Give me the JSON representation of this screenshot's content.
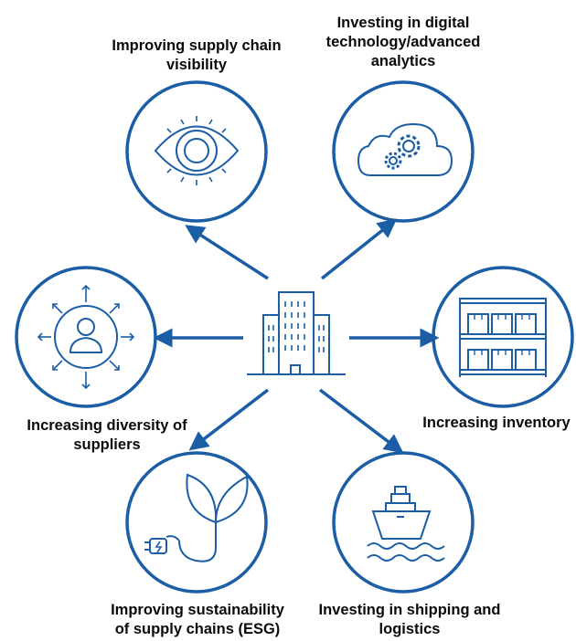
{
  "center": {
    "icon": "office-building-icon"
  },
  "initiatives": [
    {
      "key": "visibility",
      "icon": "eye-icon",
      "lines": [
        "Improving supply chain",
        "visibility"
      ]
    },
    {
      "key": "digital",
      "icon": "cloud-gears-icon",
      "lines": [
        "Investing in digital",
        "technology/advanced",
        "analytics"
      ]
    },
    {
      "key": "diversity",
      "icon": "person-arrows-icon",
      "lines": [
        "Increasing diversity of",
        "suppliers"
      ]
    },
    {
      "key": "inventory",
      "icon": "shelving-boxes-icon",
      "lines": [
        "Increasing inventory"
      ]
    },
    {
      "key": "sustainability",
      "icon": "leaf-plug-icon",
      "lines": [
        "Improving sustainability",
        "of supply chains (ESG)"
      ]
    },
    {
      "key": "shipping",
      "icon": "ship-waves-icon",
      "lines": [
        "Investing in shipping and",
        "logistics"
      ]
    }
  ],
  "colors": {
    "primary": "#1b5ea6",
    "text": "#0b0b0b",
    "background": "#ffffff"
  }
}
